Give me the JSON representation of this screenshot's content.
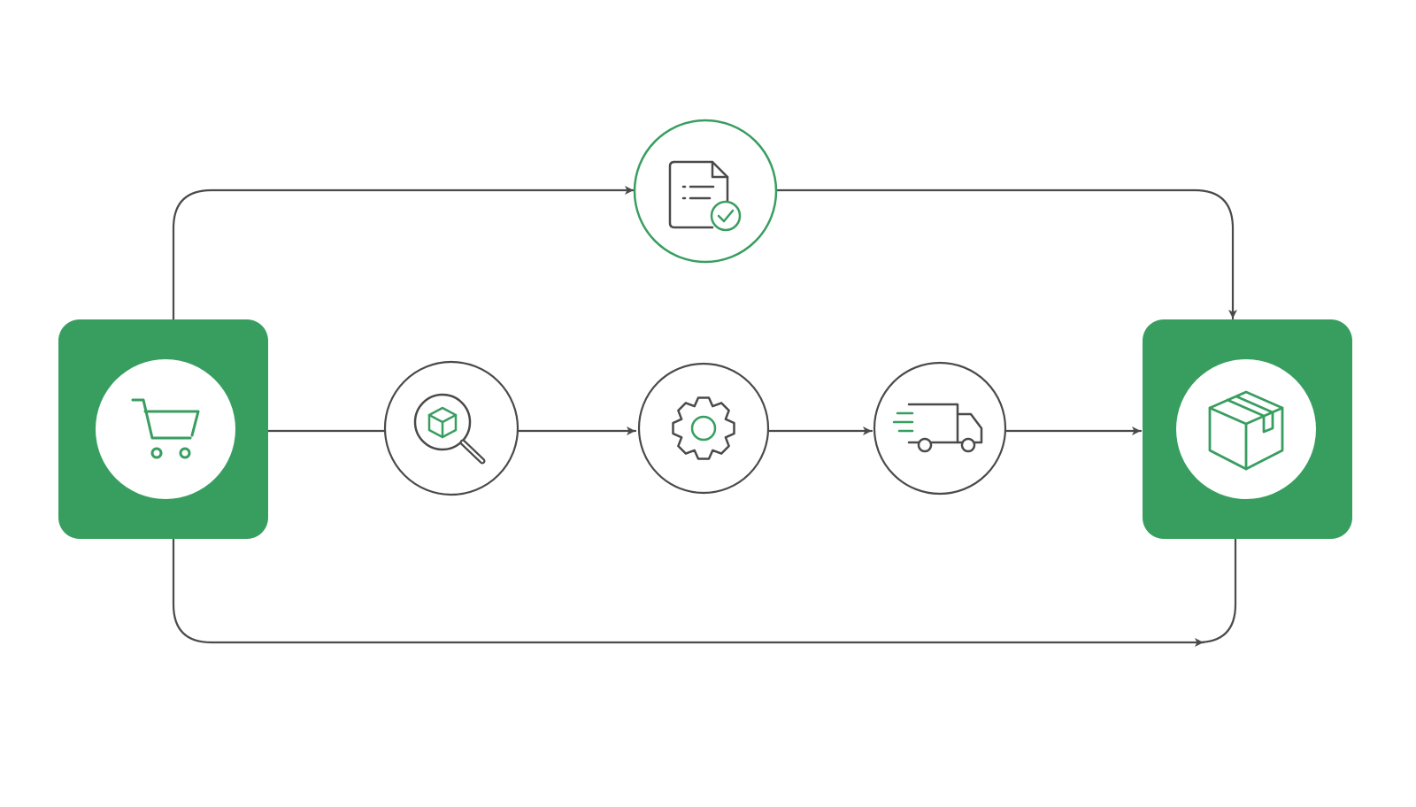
{
  "colors": {
    "accent": "#389E60",
    "line": "#4A4A4A",
    "background": "#FFFFFF"
  },
  "nodes": [
    {
      "id": "start",
      "icon": "shopping-cart-icon",
      "style": "filled-square"
    },
    {
      "id": "verify",
      "icon": "document-check-icon",
      "style": "accent-circle"
    },
    {
      "id": "inspect",
      "icon": "magnify-box-icon",
      "style": "outline-circle"
    },
    {
      "id": "process",
      "icon": "gear-icon",
      "style": "outline-circle"
    },
    {
      "id": "ship",
      "icon": "delivery-truck-icon",
      "style": "outline-circle"
    },
    {
      "id": "end",
      "icon": "package-box-icon",
      "style": "filled-square"
    }
  ],
  "edges": [
    {
      "from": "start",
      "to": "inspect"
    },
    {
      "from": "inspect",
      "to": "process"
    },
    {
      "from": "process",
      "to": "ship"
    },
    {
      "from": "ship",
      "to": "end"
    },
    {
      "from": "start",
      "to": "verify"
    },
    {
      "from": "verify",
      "to": "end"
    },
    {
      "from": "start",
      "to": "end",
      "route": "bottom"
    }
  ]
}
